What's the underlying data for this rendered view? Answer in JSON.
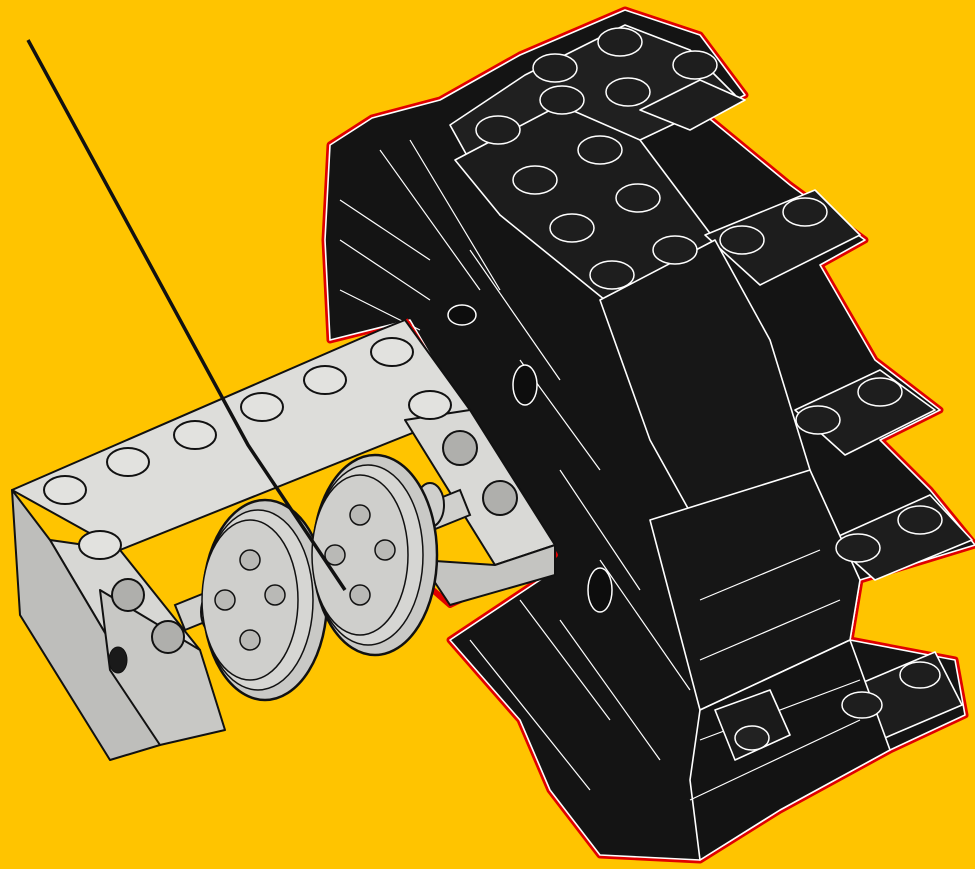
{
  "scene": {
    "kind": "building-instruction-render",
    "colors": {
      "background": "#FFC400",
      "black_part": "#141414",
      "black_part_top": "#202020",
      "gray_part": "#CFCFCC",
      "gray_part_top": "#DDDDDA",
      "outline_red": "#E00000",
      "string": "#111111"
    },
    "parts": {
      "black_assembly": "black-bricks-and-plates",
      "gray_frame": "gray-technic-frame",
      "pulleys": "two-gray-pulley-wheels",
      "string": "black-string"
    }
  }
}
